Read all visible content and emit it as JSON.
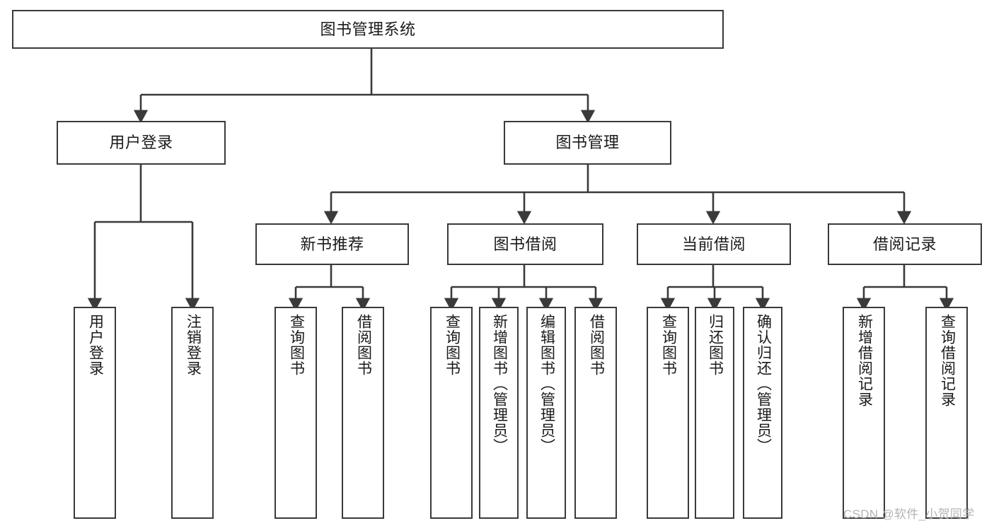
{
  "diagram": {
    "title": "图书管理系统",
    "type": "tree-hierarchy",
    "root": {
      "label": "图书管理系统"
    },
    "level2": [
      {
        "label": "用户登录"
      },
      {
        "label": "图书管理"
      }
    ],
    "level3": [
      {
        "label": "新书推荐"
      },
      {
        "label": "图书借阅"
      },
      {
        "label": "当前借阅"
      },
      {
        "label": "借阅记录"
      }
    ],
    "leaves_user_login": [
      {
        "label": "用户登录"
      },
      {
        "label": "注销登录"
      }
    ],
    "leaves_new_book": [
      {
        "label": "查询图书"
      },
      {
        "label": "借阅图书"
      }
    ],
    "leaves_borrow": [
      {
        "label": "查询图书"
      },
      {
        "label": "新增图书（管理员）"
      },
      {
        "label": "编辑图书（管理员）"
      },
      {
        "label": "借阅图书"
      }
    ],
    "leaves_current": [
      {
        "label": "查询图书"
      },
      {
        "label": "归还图书"
      },
      {
        "label": "确认归还（管理员）"
      }
    ],
    "leaves_records": [
      {
        "label": "新增借阅记录"
      },
      {
        "label": "查询借阅记录"
      }
    ]
  },
  "watermark": {
    "text": "CSDN @软件_小贺同学"
  },
  "colors": {
    "stroke": "#3a3a3a",
    "fill": "#ffffff",
    "text": "#1a1a1a",
    "watermark": "#b4b4b4"
  }
}
